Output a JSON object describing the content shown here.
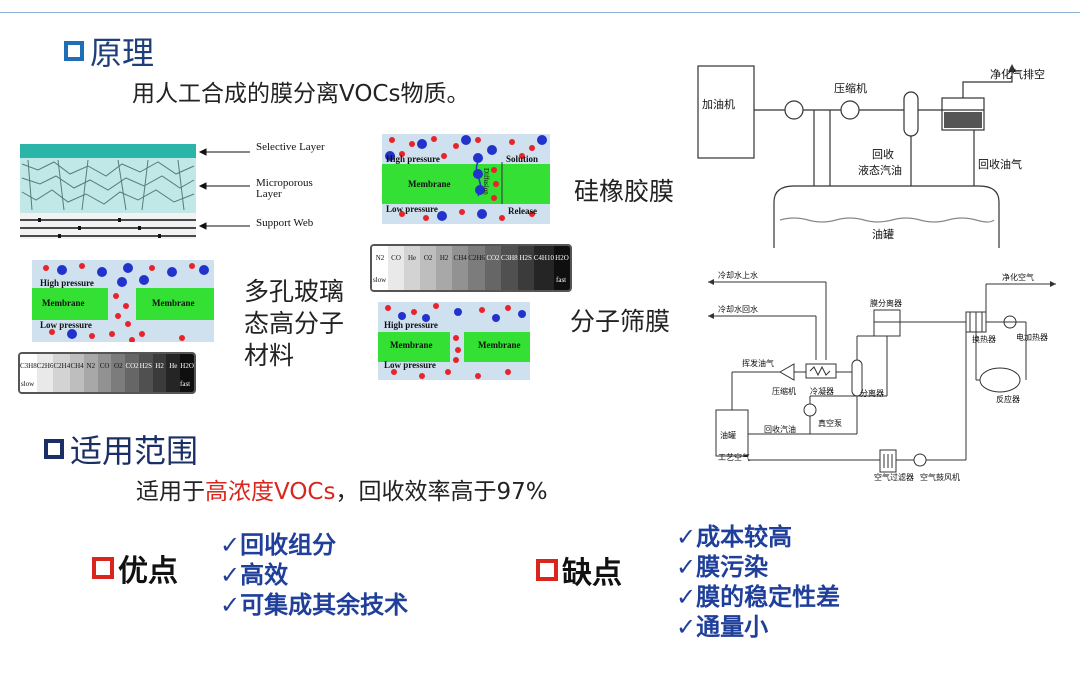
{
  "principle": {
    "title": "原理",
    "description": "用人工合成的膜分离VOCs物质。"
  },
  "membrane_structure": {
    "labels": [
      "Selective Layer",
      "Microporous Layer",
      "Support Web"
    ]
  },
  "silicone_membrane": {
    "name": "硅橡胶膜",
    "labels": {
      "high": "High pressure",
      "membrane": "Membrane",
      "low": "Low pressure",
      "solution": "Solution",
      "diffusion": "Diffusion",
      "release": "Release"
    },
    "scale": [
      "N2",
      "CO",
      "He",
      "O2",
      "H2",
      "CH4",
      "C2H6",
      "CO2",
      "C3H8",
      "H2S",
      "C4H10",
      "H2O"
    ],
    "scale_ends": {
      "left": "slow",
      "right": "fast"
    }
  },
  "porous_glass": {
    "name_lines": [
      "多孔玻璃",
      "态高分子",
      "材料"
    ],
    "labels": {
      "high": "High pressure",
      "membrane": "Membrane",
      "low": "Low pressure"
    },
    "scale": [
      "C3H8",
      "C2H6",
      "C2H4",
      "CH4",
      "N2",
      "CO",
      "O2",
      "CO2",
      "H2S",
      "H2",
      "He",
      "H2O"
    ],
    "scale_ends": {
      "left": "slow",
      "right": "fast"
    }
  },
  "molecular_sieve": {
    "name": "分子筛膜",
    "labels": {
      "high": "High pressure",
      "membrane": "Membrane",
      "low": "Low pressure"
    }
  },
  "diagram_top": {
    "labels": {
      "fuel_dispenser": "加油机",
      "compressor": "压缩机",
      "clean_exhaust": "净化气排空",
      "recover": "回收",
      "liquid_oil": "液态汽油",
      "recovered_gas": "回收油气",
      "tank": "油罐"
    }
  },
  "diagram_bottom": {
    "labels": {
      "cool_water_in": "冷却水上水",
      "cool_water_out": "冷却水回水",
      "membrane_module": "膜分离器",
      "clean_air": "净化空气",
      "volatile_gas": "挥发油气",
      "compressor": "压缩机",
      "condenser": "冷凝器",
      "separator": "分离器",
      "heat_exchanger": "换热器",
      "heater": "电加热器",
      "reactor": "反应器",
      "tank": "油罐",
      "return_oil": "回收汽油",
      "vacuum_pump": "真空泵",
      "air_in": "工艺空气",
      "air_filter": "空气过滤器",
      "blower": "空气鼓风机"
    }
  },
  "scope": {
    "title": "适用范围",
    "prefix": "适用于",
    "highlight": "高浓度VOCs",
    "suffix": "，回收效率高于97%"
  },
  "advantages": {
    "title": "优点",
    "items": [
      "✓回收组分",
      "✓高效",
      "✓可集成其余技术"
    ]
  },
  "disadvantages": {
    "title": "缺点",
    "items": [
      "✓成本较高",
      "✓膜污染",
      "✓膜的稳定性差",
      "✓通量小"
    ]
  },
  "colors": {
    "accent_blue": "#1f6fb8",
    "title_navy": "#1a2f66",
    "list_blue": "#1f3f9a",
    "red": "#d9261c",
    "membrane_green": "#33e033",
    "selective_teal": "#2ab5a8"
  }
}
